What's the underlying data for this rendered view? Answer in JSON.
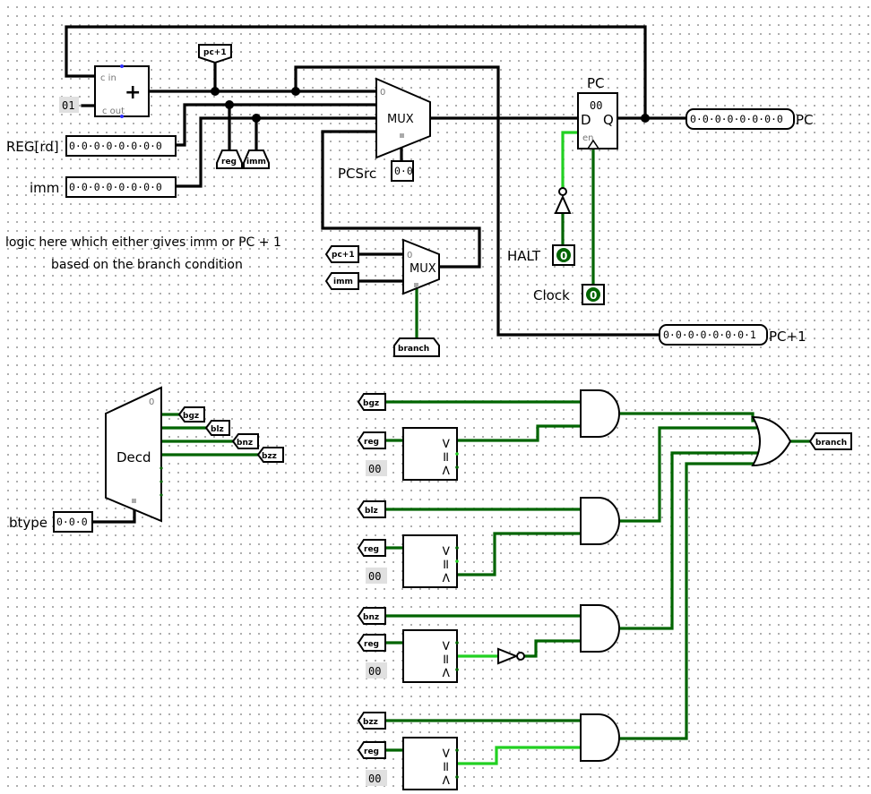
{
  "labels": {
    "reg_rd": "REG[rd]",
    "imm": "imm",
    "pcsrc": "PCSrc",
    "halt": "HALT",
    "clock": "Clock",
    "pc_reg": "PC",
    "pc_out": "PC",
    "pc_plus1_out": "PC+1",
    "btype": "btype",
    "decoder": "Decd",
    "mux": "MUX",
    "adder_cin": "c in",
    "adder_cout": "c out",
    "adder_plus": "+",
    "reg_d": "D",
    "reg_q": "Q",
    "reg_en": "en",
    "reg_value": "00"
  },
  "note": {
    "line1": "logic here which either gives imm or PC + 1",
    "line2": "based on the branch condition"
  },
  "values": {
    "reg_rd": "0·0·0·0·0·0·0·0",
    "imm": "0·0·0·0·0·0·0·0",
    "pc": "0·0·0·0·0·0·0·0",
    "pc_plus1": "0·0·0·0·0·0·0·1",
    "pcsrc": "0·0",
    "btype": "0·0·0",
    "halt": "0",
    "clock": "0",
    "const_01": "01",
    "const_00": "00",
    "mux_in0": "0",
    "dec_out0": "0"
  },
  "tunnels": {
    "pc1": "pc+1",
    "reg": "reg",
    "imm": "imm",
    "branch": "branch",
    "bgz": "bgz",
    "blz": "blz",
    "bnz": "bnz",
    "bzz": "bzz"
  },
  "comparator": {
    "gt": ">",
    "eq": "=",
    "lt": "<"
  },
  "colors": {
    "wire_dark": "#006400",
    "wire_bright": "#22d022",
    "wire_bus": "#000000",
    "grid_dot": "#9a9a9a"
  }
}
